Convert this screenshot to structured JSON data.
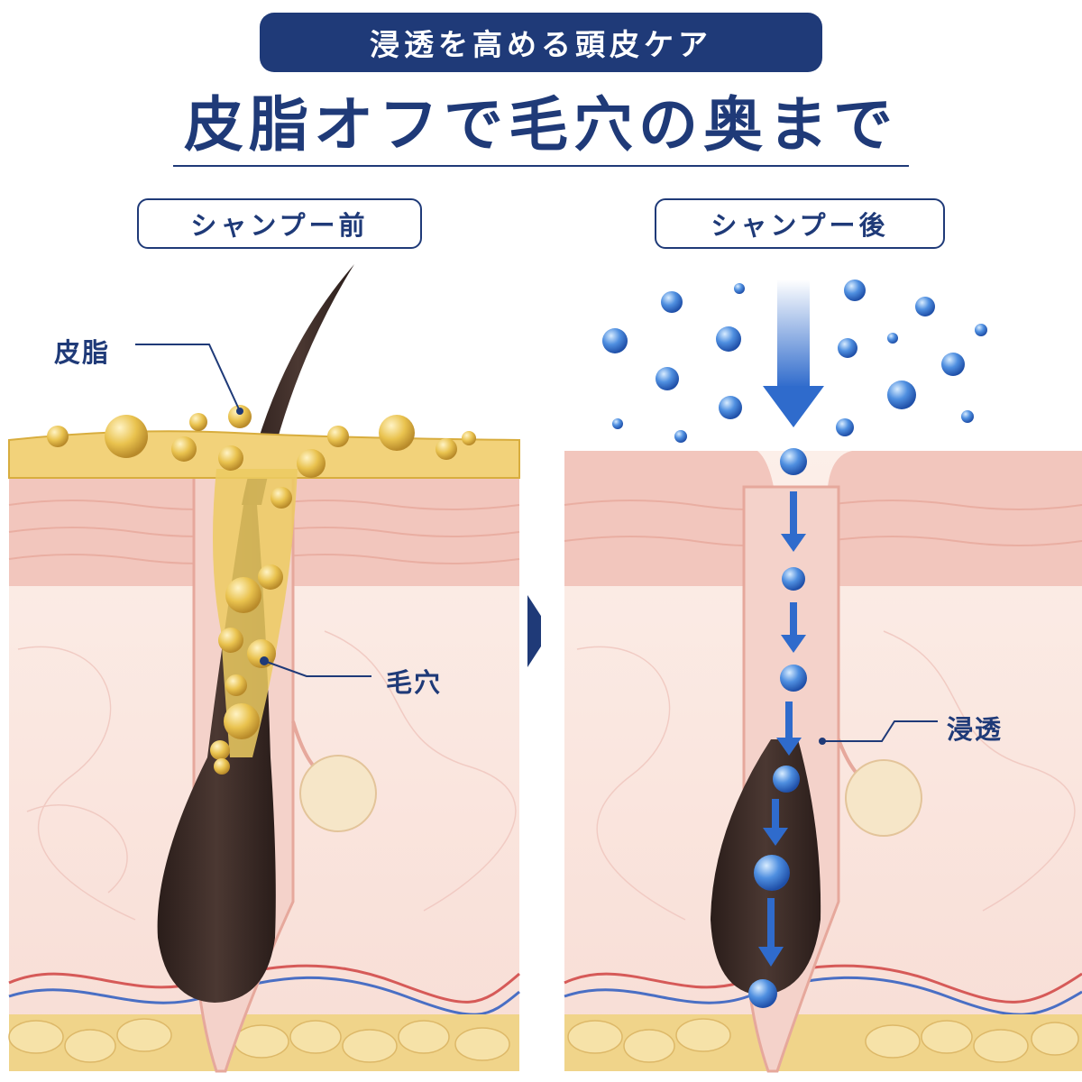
{
  "header": {
    "banner_text": "浸透を高める頭皮ケア",
    "title": "皮脂オフで毛穴の奥まで"
  },
  "panels": {
    "before": {
      "label": "シャンプー前",
      "callout_sebum": "皮脂",
      "callout_pore": "毛穴"
    },
    "after": {
      "label": "シャンプー後",
      "callout_penetration": "浸透"
    }
  },
  "icons": {
    "between_panels": "chevron-right-icon",
    "flow_arrow": "arrow-down-icon"
  },
  "colors": {
    "navy": "#1f3a78",
    "sebum_yellow": "#e9c24e",
    "skin_pink": "#f2c6bd",
    "dermis": "#fbeae4",
    "hair_dark": "#3a2a26",
    "droplet_blue": "#3f7fd6",
    "fat_yellow": "#f0d48a"
  }
}
